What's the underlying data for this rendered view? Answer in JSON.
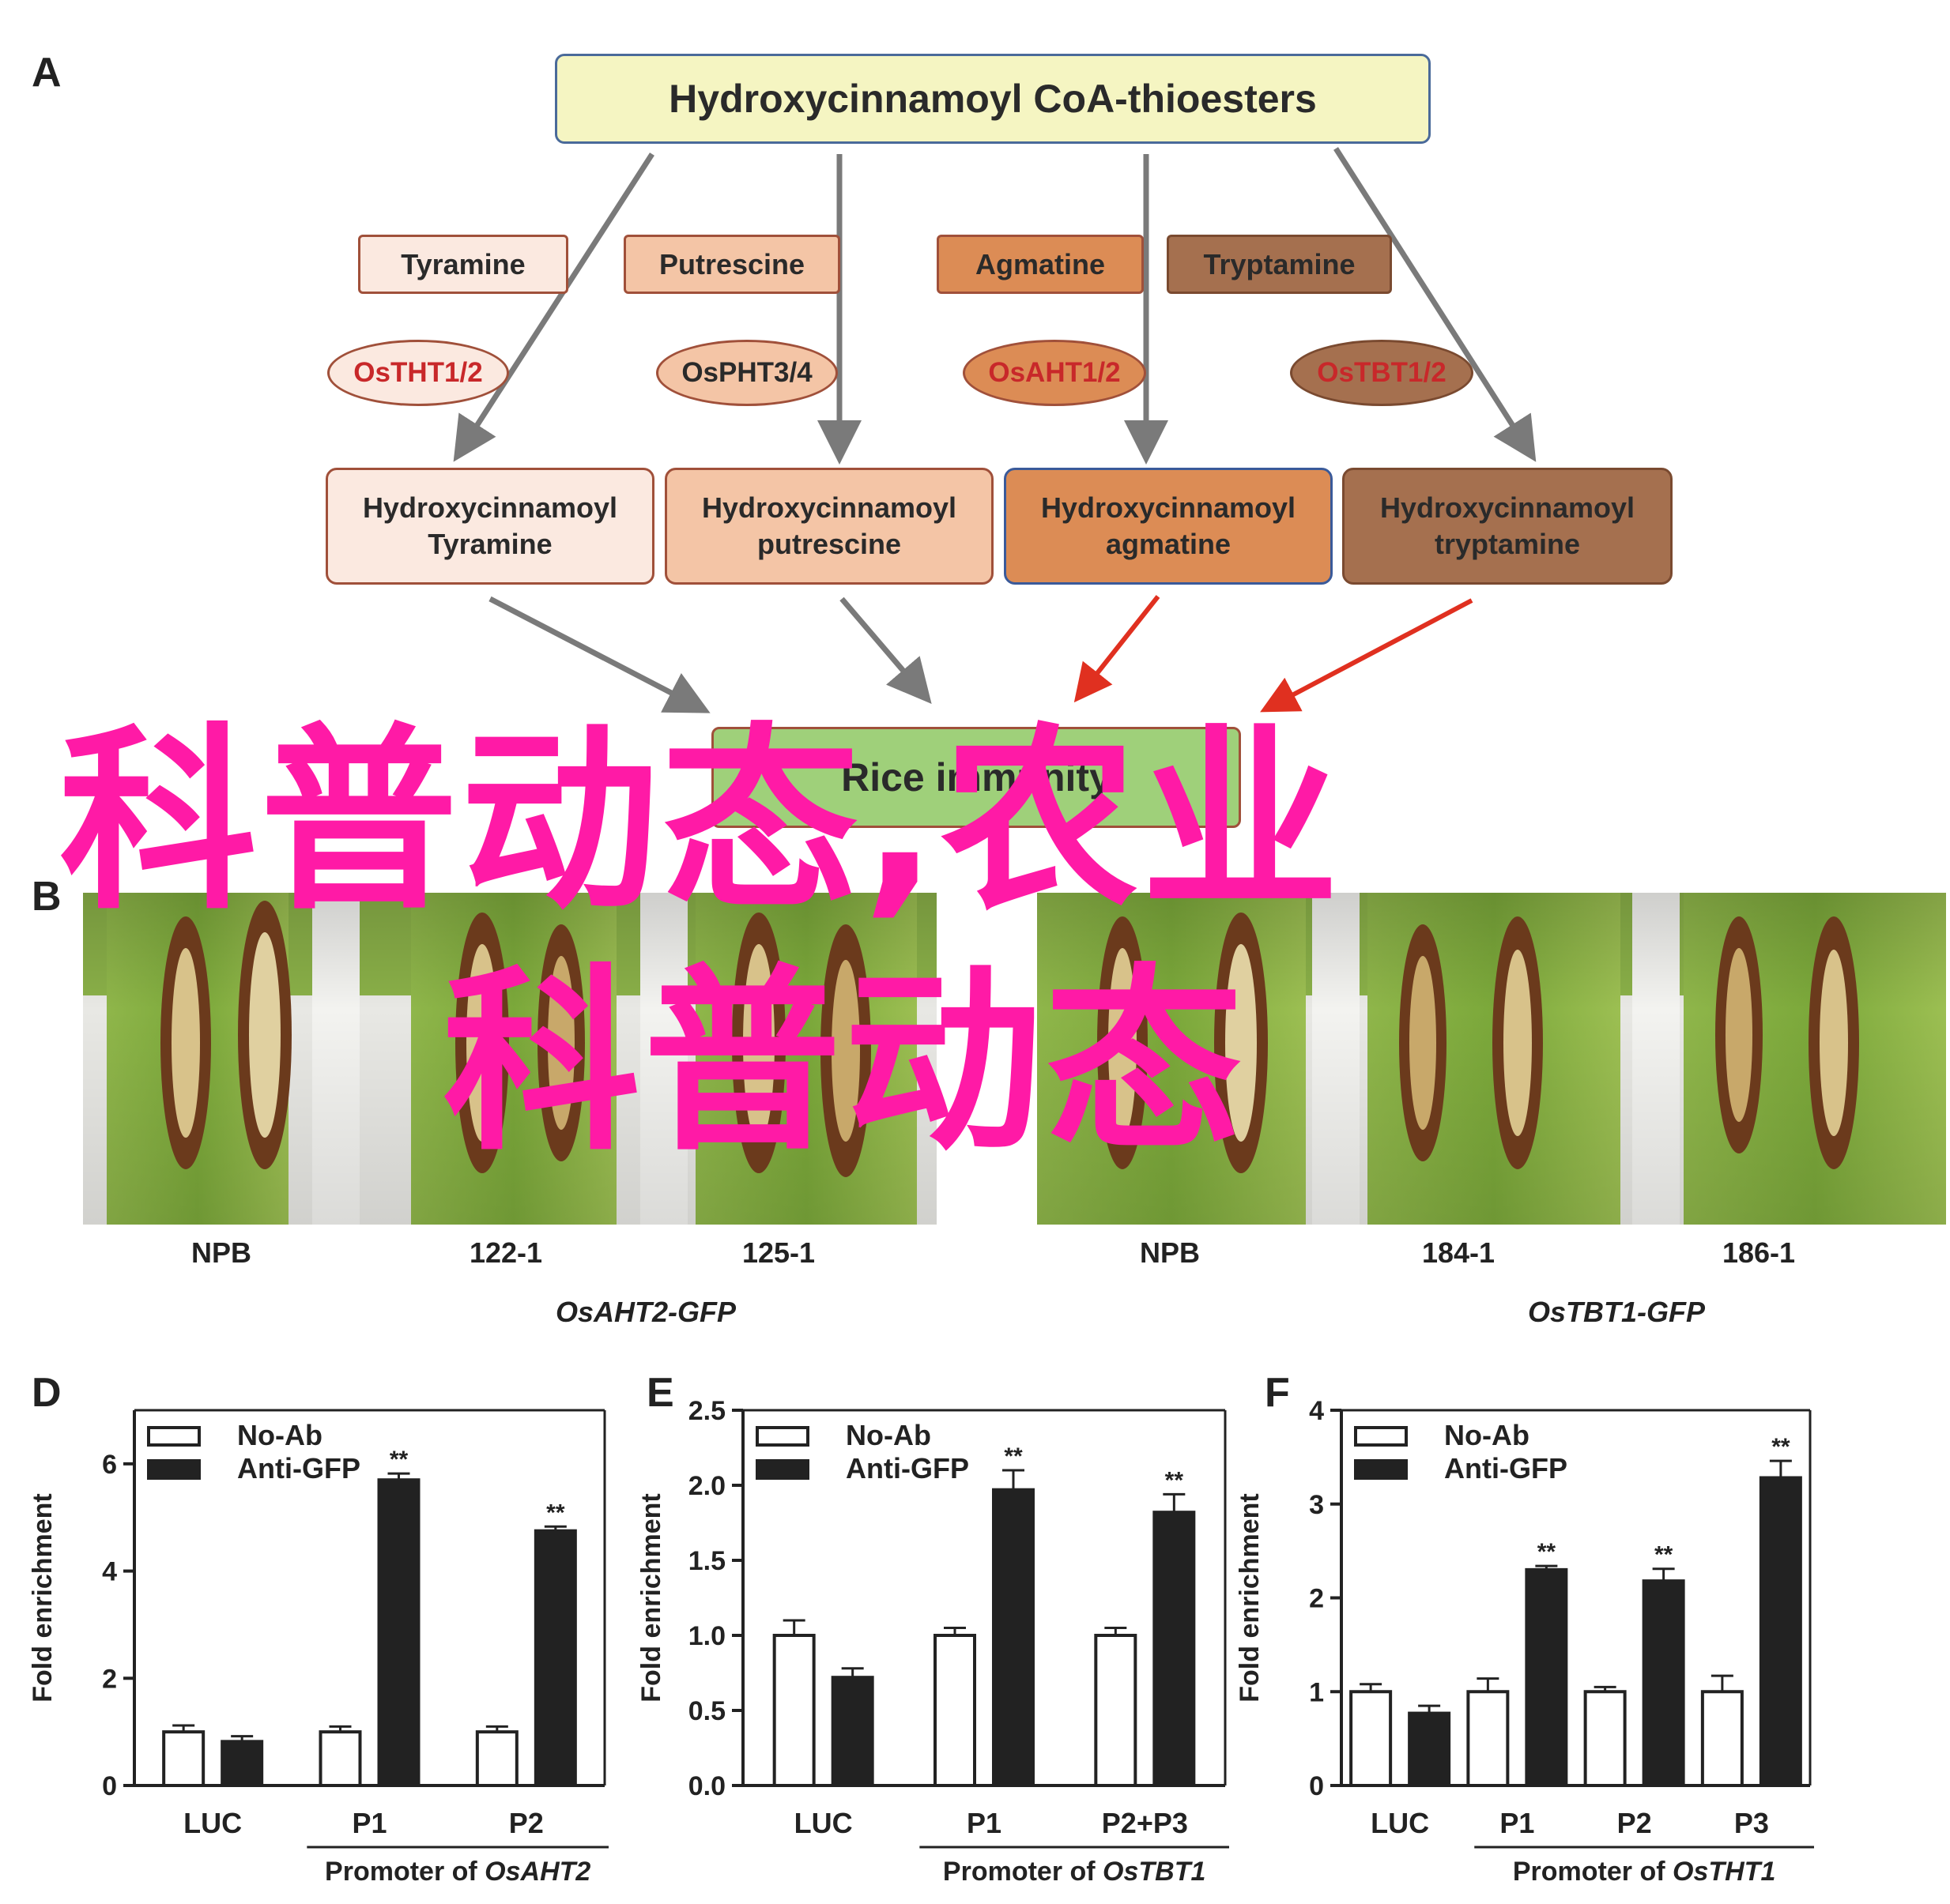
{
  "panel_a": {
    "letter": "A",
    "top_box": "Hydroxycinnamoyl CoA-thioesters",
    "substrates": [
      "Tyramine",
      "Putrescine",
      "Agmatine",
      "Tryptamine"
    ],
    "enzymes": [
      "OsTHT1/2",
      "OsPHT3/4",
      "OsAHT1/2",
      "OsTBT1/2"
    ],
    "products": [
      {
        "line1": "Hydroxycinnamoyl",
        "line2": "Tyramine"
      },
      {
        "line1": "Hydroxycinnamoyl",
        "line2": "putrescine"
      },
      {
        "line1": "Hydroxycinnamoyl",
        "line2": "agmatine"
      },
      {
        "line1": "Hydroxycinnamoyl",
        "line2": "tryptamine"
      }
    ],
    "bottom_box": "Rice immunity",
    "colors": {
      "top_fill": "#f5f5c2",
      "top_border": "#4a6a9a",
      "tyramine": "#fbe9e0",
      "putrescine": "#f4c5a6",
      "agmatine": "#dc8c55",
      "tryptamine": "#a5704f",
      "immunity": "#9fd07a",
      "gray_arrow": "#7a7a7a",
      "red_arrow": "#e03020"
    }
  },
  "panel_b": {
    "letter": "B",
    "left_labels": [
      "NPB",
      "122-1",
      "125-1"
    ],
    "left_genotype": "OsAHT2-GFP",
    "right_labels": [
      "NPB",
      "184-1",
      "186-1"
    ],
    "right_genotype": "OsTBT1-GFP"
  },
  "watermark": {
    "line1": "科普动态,农业",
    "line2": "科普动态",
    "color": "#ff1aa6"
  },
  "legend": {
    "no_ab": "No-Ab",
    "anti_gfp": "Anti-GFP"
  },
  "chart_data": [
    {
      "panel": "D",
      "type": "bar",
      "categories": [
        "LUC",
        "P1",
        "P2"
      ],
      "series": [
        {
          "name": "No-Ab",
          "values": [
            1.0,
            1.0,
            1.0
          ],
          "errors": [
            0.12,
            0.1,
            0.1
          ]
        },
        {
          "name": "Anti-GFP",
          "values": [
            0.82,
            5.7,
            4.75
          ],
          "errors": [
            0.1,
            0.12,
            0.08
          ]
        }
      ],
      "significance": [
        "",
        "**",
        "**"
      ],
      "ylabel": "Fold  enrichment",
      "ylim": [
        0,
        7
      ],
      "yticks": [
        "0",
        "2",
        "4",
        "6"
      ],
      "ytick_values": [
        0,
        2,
        4,
        6
      ],
      "promoter_prefix": "Promoter of ",
      "promoter_gene": "OsAHT2"
    },
    {
      "panel": "E",
      "type": "bar",
      "categories": [
        "LUC",
        "P1",
        "P2+P3"
      ],
      "series": [
        {
          "name": "No-Ab",
          "values": [
            1.0,
            1.0,
            1.0
          ],
          "errors": [
            0.1,
            0.05,
            0.05
          ]
        },
        {
          "name": "Anti-GFP",
          "values": [
            0.72,
            1.97,
            1.82
          ],
          "errors": [
            0.06,
            0.13,
            0.12
          ]
        }
      ],
      "significance": [
        "",
        "**",
        "**"
      ],
      "ylabel": "Fold  enrichment",
      "ylim": [
        0,
        2.5
      ],
      "yticks": [
        "0.0",
        "0.5",
        "1.0",
        "1.5",
        "2.0",
        "2.5"
      ],
      "ytick_values": [
        0,
        0.5,
        1.0,
        1.5,
        2.0,
        2.5
      ],
      "promoter_prefix": "Promoter of ",
      "promoter_gene": "OsTBT1"
    },
    {
      "panel": "F",
      "type": "bar",
      "categories": [
        "LUC",
        "P1",
        "P2",
        "P3"
      ],
      "series": [
        {
          "name": "No-Ab",
          "values": [
            1.0,
            1.0,
            1.0,
            1.0
          ],
          "errors": [
            0.08,
            0.14,
            0.05,
            0.17
          ]
        },
        {
          "name": "Anti-GFP",
          "values": [
            0.77,
            2.3,
            2.18,
            3.28
          ],
          "errors": [
            0.08,
            0.04,
            0.13,
            0.18
          ]
        }
      ],
      "significance": [
        "",
        "**",
        "**",
        "**"
      ],
      "ylabel": "Fold  enrichment",
      "ylim": [
        0,
        4
      ],
      "yticks": [
        "0",
        "1",
        "2",
        "3",
        "4"
      ],
      "ytick_values": [
        0,
        1,
        2,
        3,
        4
      ],
      "promoter_prefix": "Promoter of ",
      "promoter_gene": "OsTHT1"
    }
  ]
}
